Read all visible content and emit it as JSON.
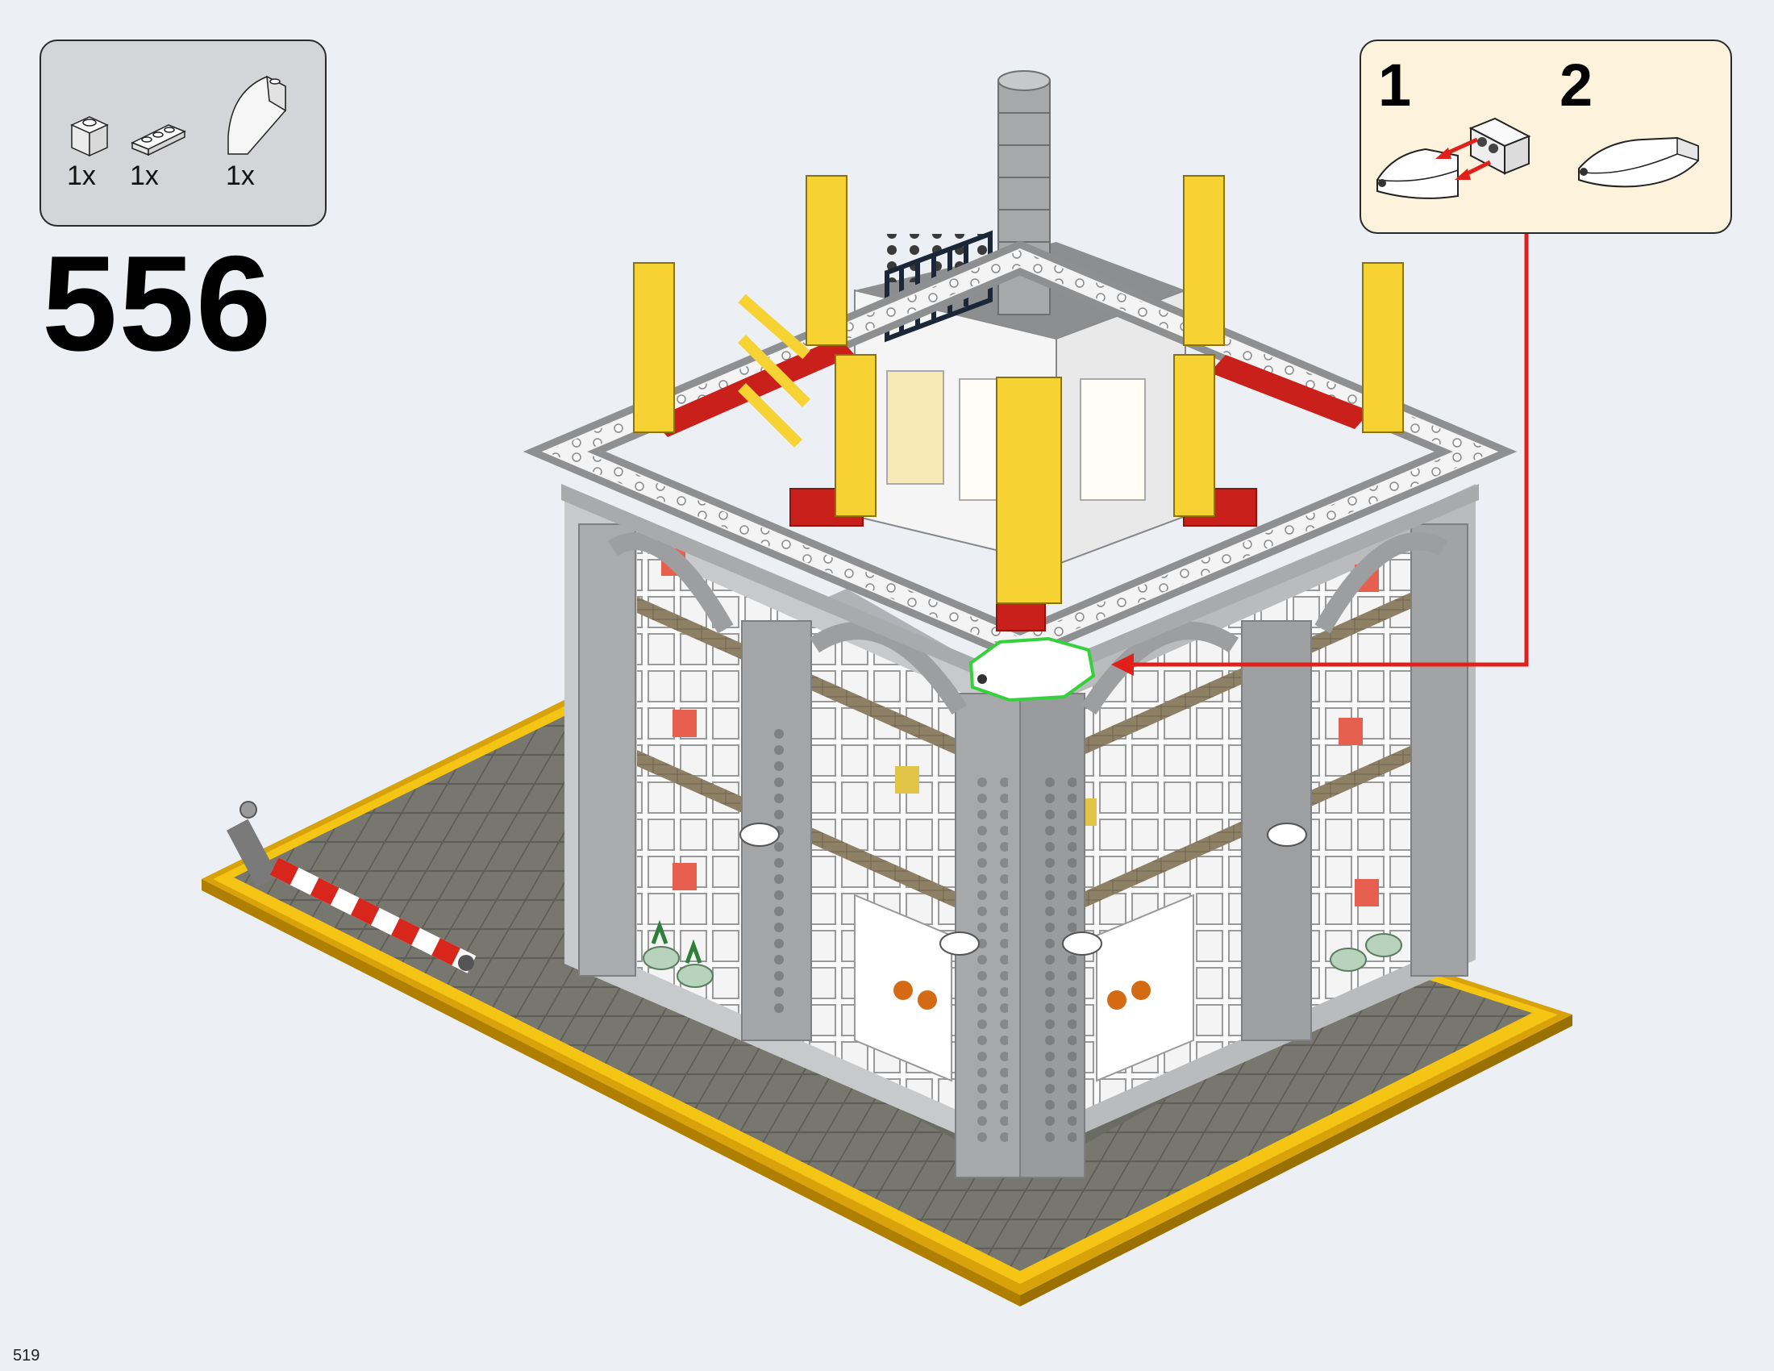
{
  "step": {
    "number": "556"
  },
  "parts": [
    {
      "name": "brick-1x1-white-icon",
      "qty": "1x"
    },
    {
      "name": "plate-1x3-white-icon",
      "qty": "1x"
    },
    {
      "name": "curved-slope-white-icon",
      "qty": "1x"
    }
  ],
  "subassembly": {
    "steps": [
      "1",
      "2"
    ]
  },
  "page": {
    "number": "519"
  },
  "colors": {
    "background": "#ecf0f4",
    "parts_box": "#d3d5d8",
    "subassembly_box": "#fdf3dc",
    "callout_arrow": "#e0201a",
    "highlight": "#34d13a",
    "baseplate_yellow": "#f4c514",
    "crane_yellow": "#f6d232",
    "beam_red": "#c9201c"
  }
}
